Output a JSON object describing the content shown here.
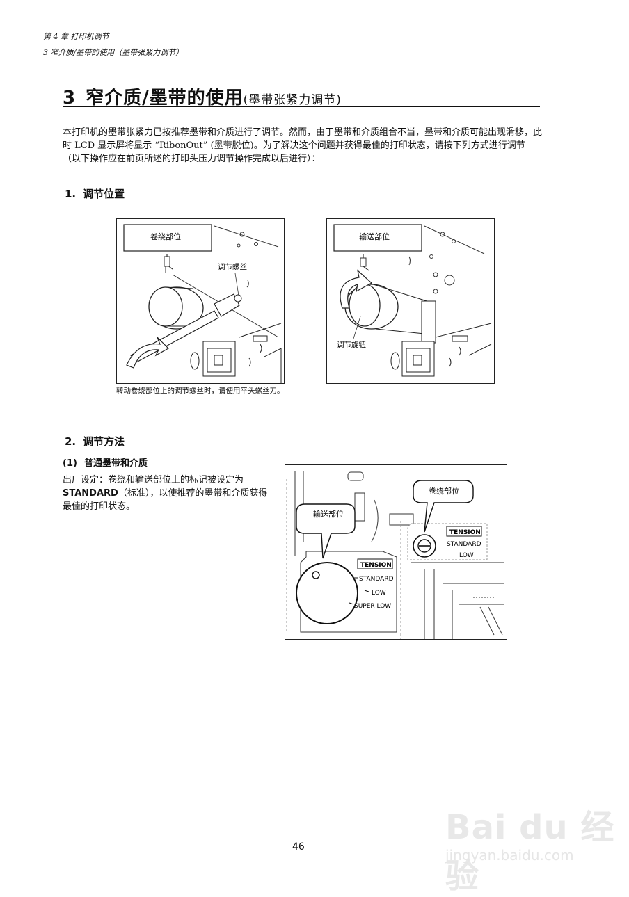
{
  "header": {
    "chapter": "第 4 章  打印机调节",
    "section": "3  窄介质/墨带的使用（墨带张紧力调节）"
  },
  "section": {
    "number": "3",
    "title": "窄介质/墨带的使用",
    "subtitle": "(墨带张紧力调节)"
  },
  "intro": "本打印机的墨带张紧力已按推荐墨带和介质进行了调节。然而，由于墨带和介质组合不当，墨带和介质可能出现滑移，此时 LCD 显示屏将显示 “RibonOut” (墨带脱位)。为了解决这个问题并获得最佳的打印状态，请按下列方式进行调节（以下操作应在前页所述的打印头压力调节操作完成以后进行）：",
  "step1": {
    "number": "1.",
    "title": "调节位置"
  },
  "figure1": {
    "label_box": "卷绕部位",
    "callout": "调节螺丝"
  },
  "figure2": {
    "label_box": "输送部位",
    "callout": "调节旋钮"
  },
  "caption": "转动卷绕部位上的调节螺丝时，请使用平头螺丝刀。",
  "step2": {
    "number": "2.",
    "title": "调节方法"
  },
  "sub1": {
    "number": "(1)",
    "title": "普通墨带和介质"
  },
  "para2": {
    "part1": "出厂设定：卷绕和输送部位上的标记被设定为 ",
    "bold": "STANDARD",
    "part2": "（标准），以使推荐的墨带和介质获得最佳的打印状态。"
  },
  "figure3": {
    "balloon_left": "输送部位",
    "balloon_right": "卷绕部位",
    "tension": "TENSION",
    "standard": "STANDARD",
    "low": "LOW",
    "super_low": "SUPER LOW"
  },
  "page_number": "46",
  "watermark": {
    "brand": "Bai du 经验",
    "url": "jingyan.baidu.com"
  }
}
